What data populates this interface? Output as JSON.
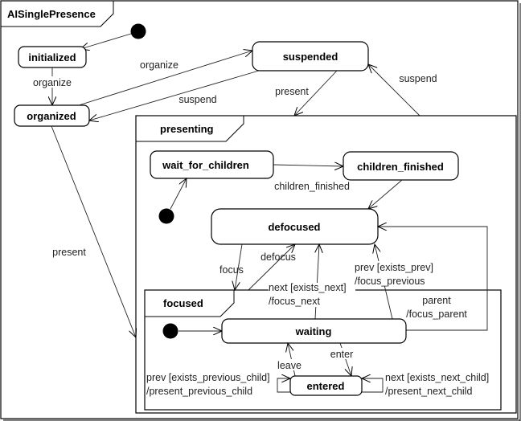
{
  "diagram": {
    "type": "uml-state-machine",
    "title": "AISinglePresence",
    "regions": {
      "presenting": "presenting",
      "focused": "focused"
    },
    "states": {
      "initialized": "initialized",
      "organized": "organized",
      "suspended": "suspended",
      "wait_for_children": "wait_for_children",
      "children_finished": "children_finished",
      "defocused": "defocused",
      "waiting": "waiting",
      "entered": "entered"
    },
    "transitions": [
      {
        "id": "t_init_initialized",
        "from": "initial",
        "to": "initialized",
        "label": ""
      },
      {
        "id": "t_initialized_organized",
        "from": "initialized",
        "to": "organized",
        "label": "organize"
      },
      {
        "id": "t_organized_suspended",
        "from": "organized",
        "to": "suspended",
        "label": "organize"
      },
      {
        "id": "t_suspended_organized",
        "from": "suspended",
        "to": "organized",
        "label": "suspend"
      },
      {
        "id": "t_suspended_presenting",
        "from": "suspended",
        "to": "presenting",
        "label": "present"
      },
      {
        "id": "t_presenting_suspended",
        "from": "presenting",
        "to": "suspended",
        "label": "suspend"
      },
      {
        "id": "t_organized_presenting",
        "from": "organized",
        "to": "presenting",
        "label": "present"
      },
      {
        "id": "t_init_wait",
        "from": "initial",
        "to": "wait_for_children",
        "label": ""
      },
      {
        "id": "t_wait_children",
        "from": "wait_for_children",
        "to": "children_finished",
        "label": "children_finished"
      },
      {
        "id": "t_children_defocused",
        "from": "children_finished",
        "to": "defocused",
        "label": ""
      },
      {
        "id": "t_defocused_focused",
        "from": "defocused",
        "to": "focused",
        "label": "focus"
      },
      {
        "id": "t_focused_defocused",
        "from": "focused",
        "to": "defocused",
        "label": "defocus"
      },
      {
        "id": "t_waiting_defocused_next",
        "from": "waiting",
        "to": "defocused",
        "label_line1": "next [exists_next]",
        "label_line2": "/focus_next"
      },
      {
        "id": "t_waiting_defocused_prev",
        "from": "waiting",
        "to": "defocused",
        "label_line1": "prev [exists_prev]",
        "label_line2": "/focus_previous"
      },
      {
        "id": "t_waiting_defocused_parent",
        "from": "waiting",
        "to": "defocused",
        "label_line1": "parent",
        "label_line2": "/focus_parent"
      },
      {
        "id": "t_init_waiting",
        "from": "initial",
        "to": "waiting",
        "label": ""
      },
      {
        "id": "t_waiting_entered",
        "from": "waiting",
        "to": "entered",
        "label": "enter"
      },
      {
        "id": "t_entered_waiting",
        "from": "entered",
        "to": "waiting",
        "label": "leave"
      },
      {
        "id": "t_entered_prev",
        "from": "entered",
        "to": "entered",
        "label_line1": "prev [exists_previous_child]",
        "label_line2": "/present_previous_child"
      },
      {
        "id": "t_entered_next",
        "from": "entered",
        "to": "entered",
        "label_line1": "next [exists_next_child]",
        "label_line2": "/present_next_child"
      }
    ]
  }
}
